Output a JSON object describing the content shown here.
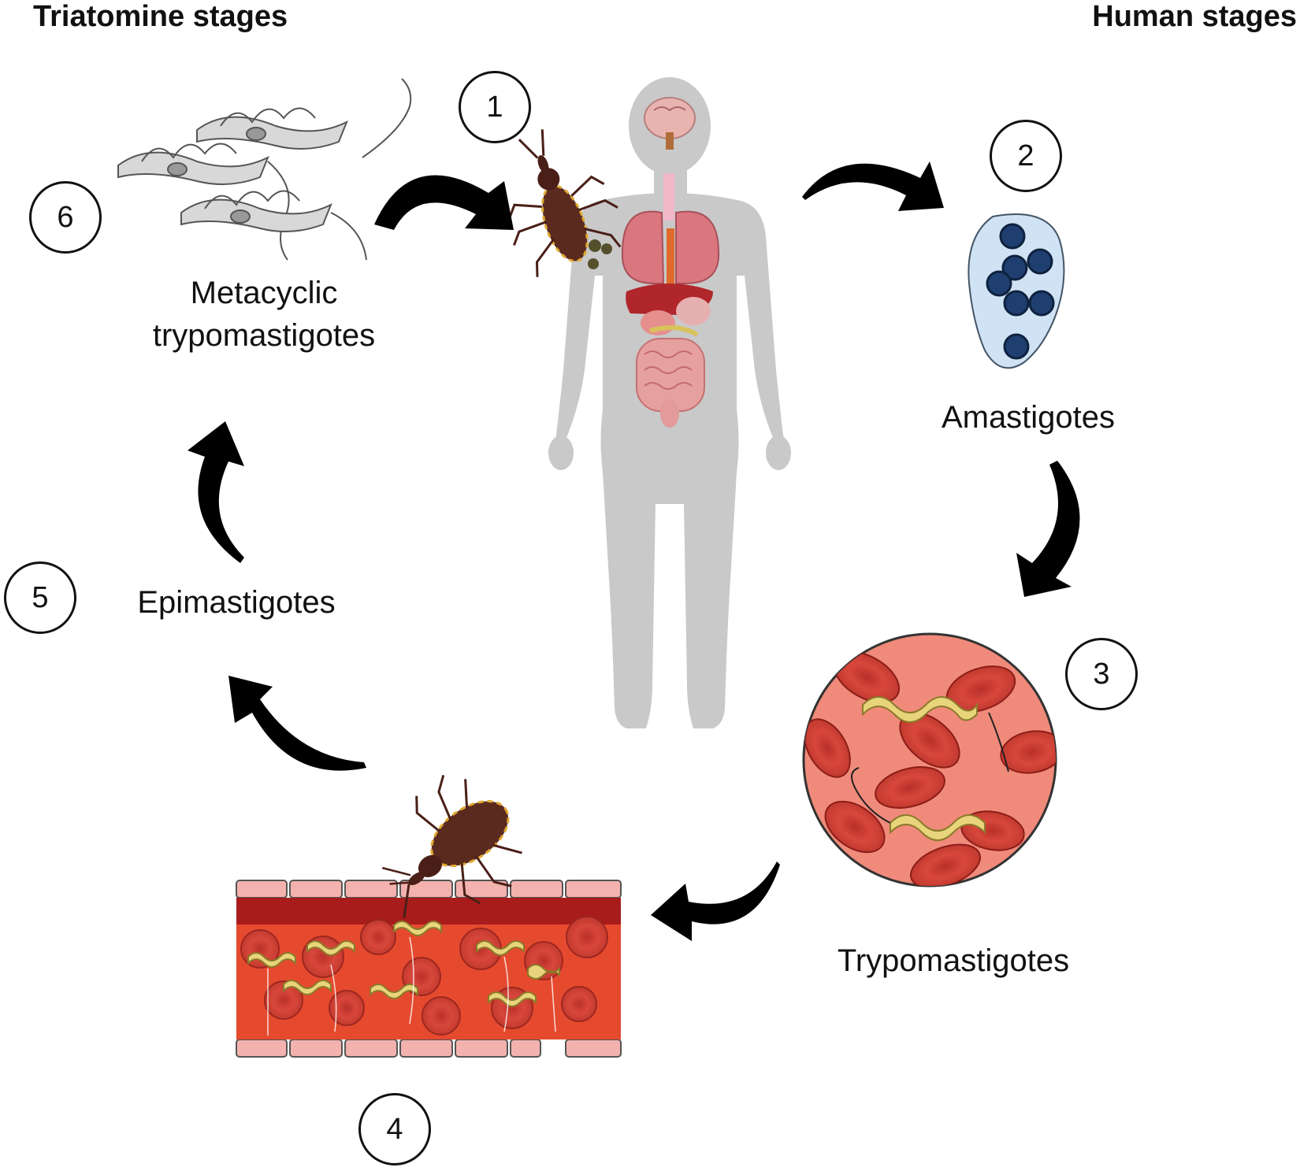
{
  "headings": {
    "left": "Triatomine stages",
    "right": "Human stages"
  },
  "steps": [
    {
      "number": "1"
    },
    {
      "number": "2",
      "label": "Amastigotes"
    },
    {
      "number": "3",
      "label": "Trypomastigotes"
    },
    {
      "number": "4"
    },
    {
      "number": "5",
      "label": "Epimastigotes"
    },
    {
      "number": "6",
      "label_line1": "Metacyclic",
      "label_line2": "trypomastigotes"
    }
  ],
  "colors": {
    "arrow": "#000000",
    "body_silhouette": "#c8c8c8",
    "blood": "#e64a2e",
    "vessel_wall": "#f4b2ae",
    "parasite": "#e8d47a",
    "amastigote_cell": "#cfe3f4",
    "amastigote_nucleus": "#1f3f70",
    "bug": "#5b2a1f"
  }
}
